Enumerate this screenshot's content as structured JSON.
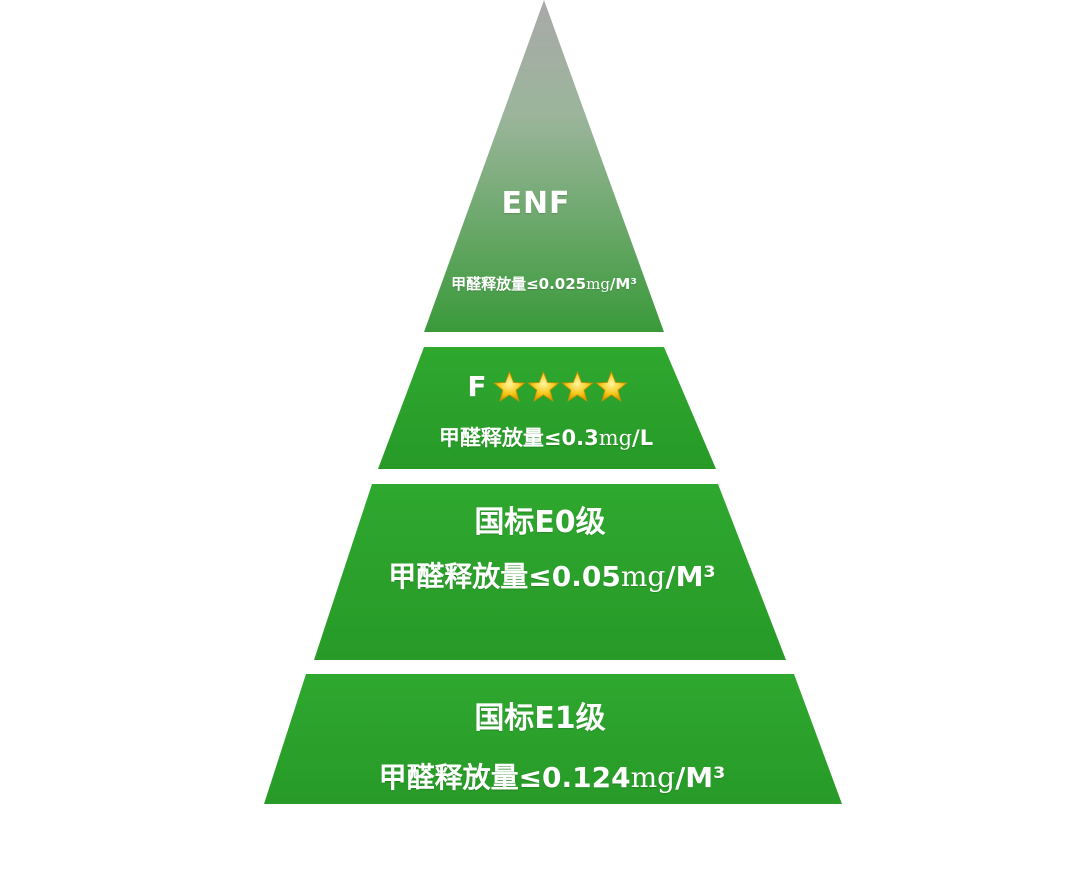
{
  "tiers": [
    {
      "title": "ENF",
      "limit_prefix": "甲醛释放量≤0.025",
      "limit_unit": "mg",
      "limit_suffix": "/M³"
    },
    {
      "title": "F",
      "stars": 4,
      "limit_prefix": "甲醛释放量≤0.3",
      "limit_unit": "mg",
      "limit_suffix": "/L"
    },
    {
      "title": "国标E0级",
      "limit_prefix": "甲醛释放量≤0.05",
      "limit_unit": "mg",
      "limit_suffix": "/M³"
    },
    {
      "title": "国标E1级",
      "limit_prefix": "甲醛释放量≤0.124",
      "limit_unit": "mg",
      "limit_suffix": "/M³"
    }
  ],
  "colors": {
    "tier_green": "#2ea52e",
    "apex_grey": "#a8a8a8",
    "star_gold": "#f5c518"
  },
  "icons": {
    "star": "star-icon"
  }
}
